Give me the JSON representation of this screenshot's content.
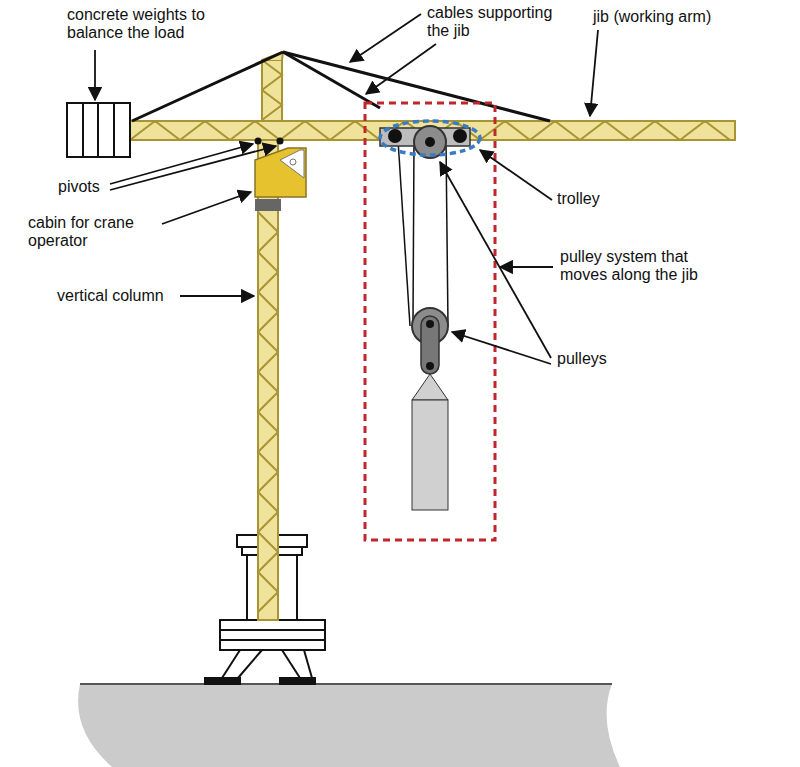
{
  "diagram": {
    "labels": [
      "concrete weights to balance the load",
      "cables supporting the jib",
      "jib (working arm)",
      "pivots",
      "cabin for crane operator",
      "vertical column",
      "trolley",
      "pulley system that moves along the jib",
      "pulleys"
    ]
  }
}
